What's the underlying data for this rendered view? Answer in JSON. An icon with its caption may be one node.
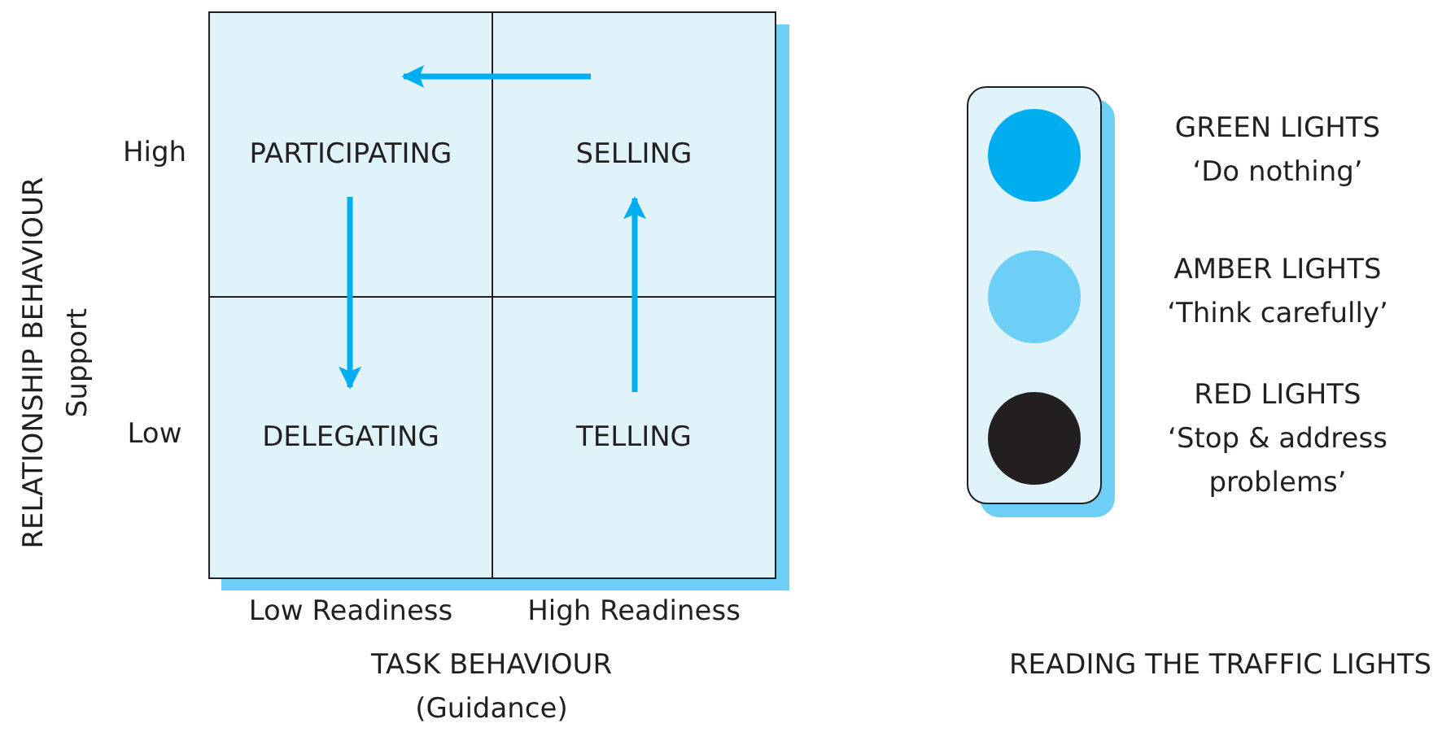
{
  "diagram": {
    "nodes": [
      {
        "text": [
          "PARTICIPATING"
        ]
      },
      {
        "text": [
          "SELLING"
        ]
      },
      {
        "text": [
          "DELEGATING"
        ]
      },
      {
        "text": [
          "TELLING"
        ]
      },
      {
        "text": [],
        "shape": "box"
      },
      {
        "text": [],
        "shape": "circle",
        "in": 4,
        "beside": [
          "GREEN LIGHTS",
          "‘Do nothing’"
        ]
      },
      {
        "text": [],
        "shape": "circle",
        "in": 4,
        "beside": [
          "AMBER LIGHTS",
          "‘Think carefully’"
        ]
      },
      {
        "text": [],
        "shape": "circle",
        "in": 4,
        "beside": [
          "RED LIGHTS",
          "‘Stop & address problems’"
        ]
      }
    ],
    "edges": [
      {
        "from": 1,
        "to": 0,
        "arrow": "to"
      },
      {
        "from": 0,
        "to": 2,
        "arrow": "to"
      },
      {
        "from": 3,
        "to": 1,
        "arrow": "to"
      }
    ],
    "labels": [
      "RELATIONSHIP BEHAVIOUR Support",
      "High",
      "Low",
      "Low Readiness",
      "High Readiness",
      "TASK BEHAVIOUR (Guidance)",
      "READING THE TRAFFIC LIGHTS"
    ]
  }
}
